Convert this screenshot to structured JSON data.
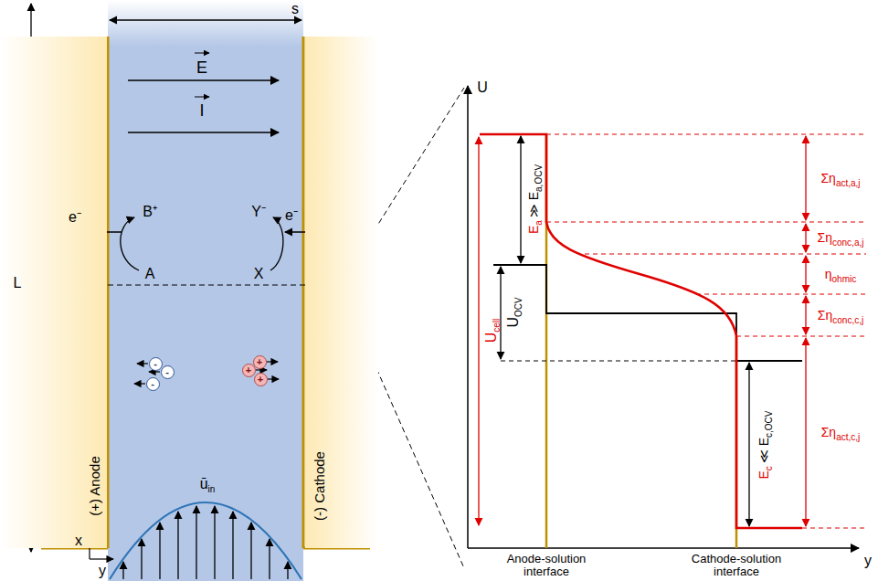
{
  "diagram": {
    "nodes": [
      {
        "text": [
          "(+) Anode"
        ]
      },
      {
        "text": [
          "(-) Cathode"
        ]
      },
      {
        "text": [
          "-"
        ]
      },
      {
        "text": [
          "-"
        ]
      },
      {
        "text": [
          "-"
        ]
      },
      {
        "text": [
          "+"
        ]
      },
      {
        "text": [
          "+"
        ]
      },
      {
        "text": [
          "+"
        ]
      }
    ],
    "labels": [
      "s",
      "E",
      "I",
      "e⁻",
      "B⁺",
      "A",
      "Y⁻",
      "X",
      "e⁻",
      "ū",
      "in",
      "L",
      "x",
      "y",
      "U",
      "y",
      "Anode-solution interface",
      "Cathode-solution interface",
      "U",
      "cell",
      "U",
      "OCV",
      "E",
      "a",
      "≫ E",
      "a,OCV",
      "Ση",
      "act,a,j",
      "Ση",
      "conc,a,j",
      "η",
      "ohmic",
      "Ση",
      "conc,c,j",
      "Ση",
      "act,c,j",
      "E",
      "c",
      "≪ E",
      "c,OCV"
    ]
  }
}
